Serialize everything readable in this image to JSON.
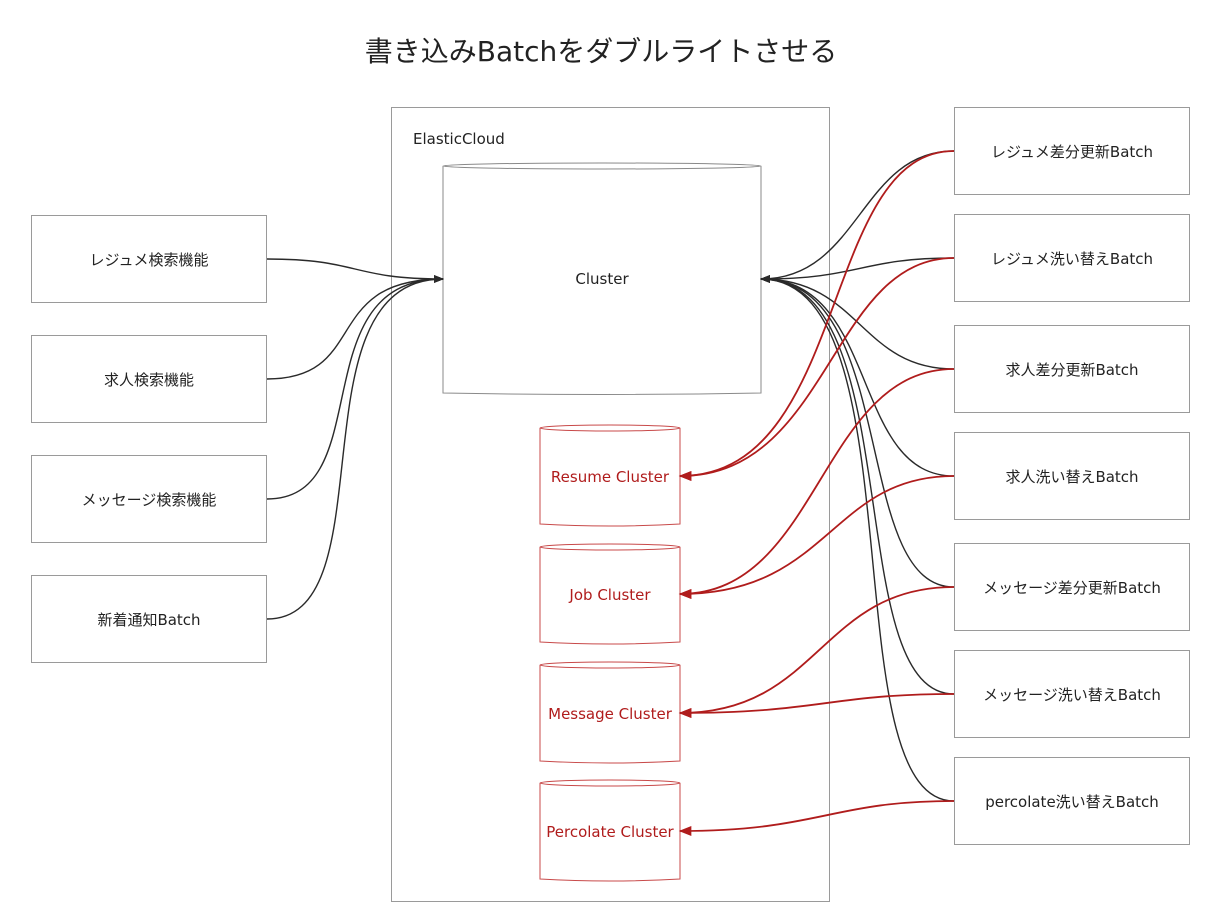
{
  "title": "書き込みBatchをダブルライトさせる",
  "colors": {
    "accent_red": "#b01c1c",
    "line_dark": "#2a2a2a",
    "border_gray": "#9a9a9a"
  },
  "container": {
    "label": "ElasticCloud"
  },
  "main_cluster": {
    "label": "Cluster"
  },
  "clusters": [
    {
      "label": "Resume Cluster"
    },
    {
      "label": "Job Cluster"
    },
    {
      "label": "Message Cluster"
    },
    {
      "label": "Percolate Cluster"
    }
  ],
  "left_features": [
    {
      "label": "レジュメ検索機能"
    },
    {
      "label": "求人検索機能"
    },
    {
      "label": "メッセージ検索機能"
    },
    {
      "label": "新着通知Batch"
    }
  ],
  "right_batches": [
    {
      "label": "レジュメ差分更新Batch"
    },
    {
      "label": "レジュメ洗い替えBatch"
    },
    {
      "label": "求人差分更新Batch"
    },
    {
      "label": "求人洗い替えBatch"
    },
    {
      "label": "メッセージ差分更新Batch"
    },
    {
      "label": "メッセージ洗い替えBatch"
    },
    {
      "label": "percolate洗い替えBatch"
    }
  ],
  "double_write_map": [
    0,
    0,
    1,
    1,
    2,
    2,
    3
  ]
}
